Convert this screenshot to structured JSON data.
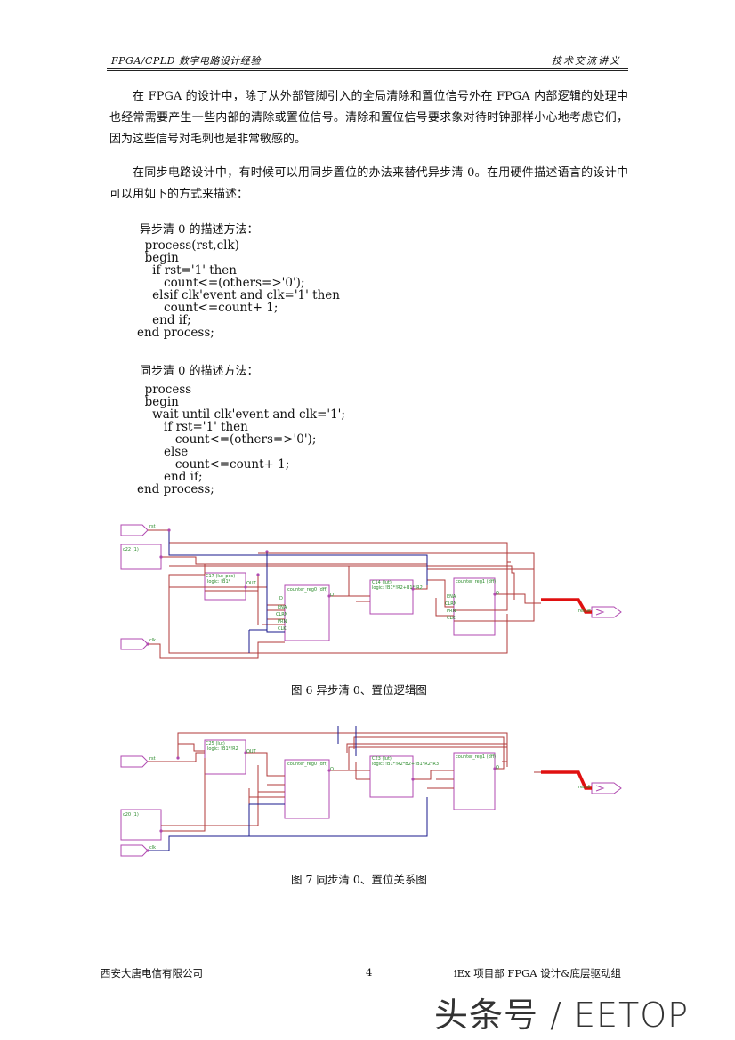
{
  "header": {
    "left": "FPGA/CPLD 数字电路设计经验",
    "right": "技术交流讲义"
  },
  "paragraphs": [
    "在 FPGA 的设计中，除了从外部管脚引入的全局清除和置位信号外在 FPGA 内部逻辑的处理中也经常需要产生一些内部的清除或置位信号。清除和置位信号要求象对待时钟那样小心地考虑它们，因为这些信号对毛刺也是非常敏感的。",
    "在同步电路设计中，有时候可以用同步置位的办法来替代异步清 0。在用硬件描述语言的设计中可以用如下的方式来描述："
  ],
  "async": {
    "label": "异步清 0 的描述方法：",
    "code": "  process(rst,clk)\n  begin\n    if rst='1' then\n       count<=(others=>'0');\n    elsif clk'event and clk='1' then\n       count<=count+ 1;\n    end if;\nend process;"
  },
  "sync": {
    "label": "同步清 0 的描述方法：",
    "code": "  process\n  begin\n    wait until clk'event and clk='1';\n       if rst='1' then\n          count<=(others=>'0');\n       else\n          count<=count+ 1;\n       end if;\nend process;"
  },
  "figure1": {
    "caption": "图 6  异步清 0、置位逻辑图",
    "labels": {
      "rst": "rst",
      "clk": "clk",
      "c22": "c22 (1)",
      "c17": "C17 (lut_pos)",
      "c17_logic": "logic: !B1*",
      "c14": "C14 (lut)",
      "c14_logic": "logic: !B1*!R2+B1*!R2",
      "reg0": "counter_reg0 (dff)",
      "reg1": "counter_reg1 (dff)",
      "out": "OUT",
      "result": "result",
      "pins_reg": [
        "D",
        "ENA",
        "CLRN",
        "PRN",
        "CLK"
      ],
      "q": "Q"
    },
    "colors": {
      "wire": "#b03a3a",
      "net": "#1a1a8c",
      "cell": "#b04ab0",
      "bus": "#e01010",
      "label": "#2a8a2a"
    }
  },
  "figure2": {
    "caption": "图 7  同步清 0、置位关系图",
    "labels": {
      "rst": "rst",
      "clk": "clk",
      "c20": "c20 (1)",
      "c25": "C25 (lut)",
      "c25_logic": "logic: !B1*!R2",
      "c23": "C23 (lut)",
      "c23_logic": "logic: !B1*!R2*B2+!B1*R2*R3",
      "reg0": "counter_reg0 (dff)",
      "reg1": "counter_reg1 (dff)",
      "out": "OUT",
      "result": "result",
      "q": "Q"
    }
  },
  "footer": {
    "left": "西安大唐电信有限公司",
    "page": "4",
    "right": "iEx 项目部 FPGA 设计&底层驱动组"
  },
  "watermark": "头条号 / EETOP"
}
